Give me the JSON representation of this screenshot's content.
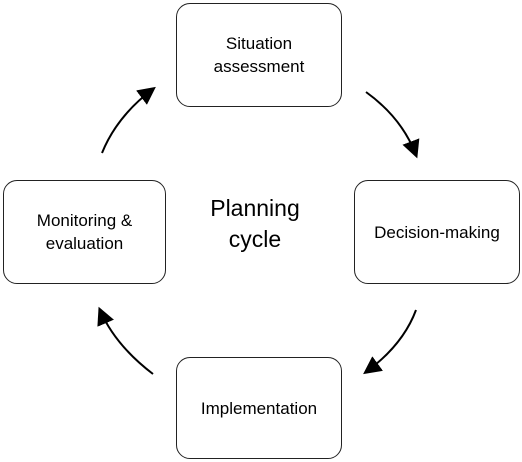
{
  "diagram": {
    "center": {
      "line1": "Planning",
      "line2": "cycle"
    },
    "nodes": {
      "situation": {
        "line1": "Situation",
        "line2": "assessment"
      },
      "decision": {
        "line1": "Decision-making"
      },
      "implementation": {
        "line1": "Implementation"
      },
      "monitoring": {
        "line1": "Monitoring &",
        "line2": "evaluation"
      }
    },
    "colors": {
      "stroke": "#222222",
      "text": "#000000",
      "background": "#ffffff"
    }
  }
}
